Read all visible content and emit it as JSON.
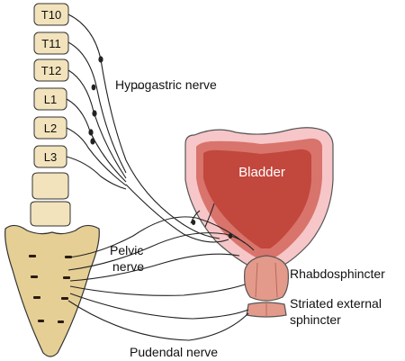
{
  "vertebrae": [
    "T10",
    "T11",
    "T12",
    "L1",
    "L2",
    "L3"
  ],
  "labels": {
    "hypogastric": "Hypogastric nerve",
    "bladder": "Bladder",
    "pelvic_line1": "Pelvic",
    "pelvic_line2": "nerve",
    "rhabdo": "Rhabdosphincter",
    "striated_line1": "Striated external",
    "striated_line2": "sphincter",
    "pudendal": "Pudendal nerve"
  },
  "colors": {
    "bone_fill": "#f2e3bc",
    "sacrum_fill": "#e5cf95",
    "bladder_outer": "#f7c6c8",
    "bladder_wall": "#d8746c",
    "bladder_inner": "#c2473d",
    "sphincter": "#e39a8a"
  }
}
